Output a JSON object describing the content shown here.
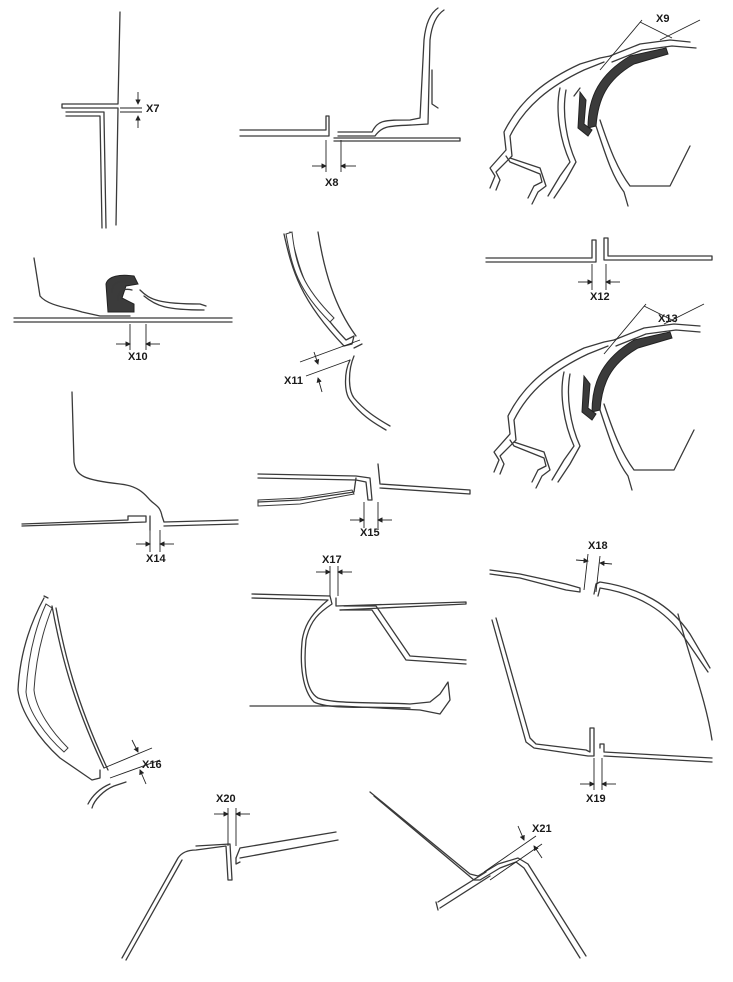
{
  "labels": {
    "x7": "X7",
    "x8": "X8",
    "x9": "X9",
    "x10": "X10",
    "x11": "X11",
    "x12": "X12",
    "x13": "X13",
    "x14": "X14",
    "x15": "X15",
    "x16": "X16",
    "x17": "X17",
    "x18": "X18",
    "x19": "X19",
    "x20": "X20",
    "x21": "X21"
  }
}
